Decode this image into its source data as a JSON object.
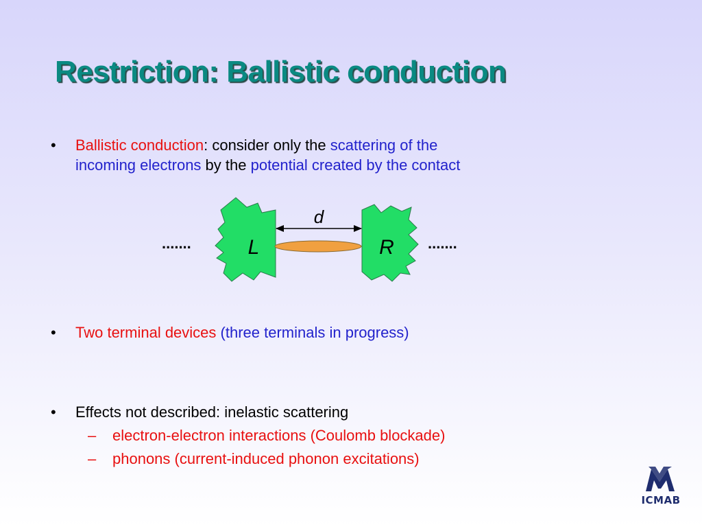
{
  "title": "Restriction: Ballistic conduction",
  "bullets": {
    "b1": {
      "marker": "•",
      "term": "Ballistic conduction",
      "text1": ": consider only the ",
      "phrase1": "scattering of the",
      "phrase2": "incoming electrons",
      "text2": " by the ",
      "phrase3": "potential created by the contact"
    },
    "b2": {
      "marker": "•",
      "term": "Two terminal devices",
      "paren": " (three terminals in progress)"
    },
    "b3": {
      "marker": "•",
      "text": "Effects not described: inelastic scattering",
      "subs": [
        {
          "marker": "–",
          "text": "electron-electron interactions (Coulomb blockade)"
        },
        {
          "marker": "–",
          "text": "phonons (current-induced phonon excitations)"
        }
      ]
    }
  },
  "diagram": {
    "left_label": "L",
    "right_label": "R",
    "distance_label": "d",
    "left_dots": ".......",
    "right_dots": ".......",
    "colors": {
      "electrode": "#22dd66",
      "molecule": "#f0a040"
    }
  },
  "logo": {
    "text": "ICMAB",
    "color": "#1f2d6e"
  }
}
